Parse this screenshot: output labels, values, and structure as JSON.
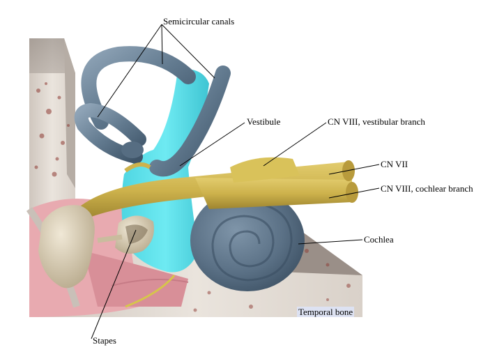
{
  "labels": {
    "semicircular_canals": "Semicircular canals",
    "vestibule": "Vestibule",
    "cn8_vestibular": "CN VIII, vestibular branch",
    "cn7": "CN VII",
    "cn8_cochlear": "CN VIII, cochlear branch",
    "cochlea": "Cochlea",
    "stapes": "Stapes",
    "temporal_bone": "Temporal bone"
  },
  "colors": {
    "canal": "#5e7387",
    "vestibule": "#5fe4ee",
    "nerve": "#cdb24c",
    "bone": "#e5dfd8",
    "bone_spots": "#8e3a33",
    "ossicle": "#d8ccb2",
    "tissue": "#e8aab0"
  }
}
